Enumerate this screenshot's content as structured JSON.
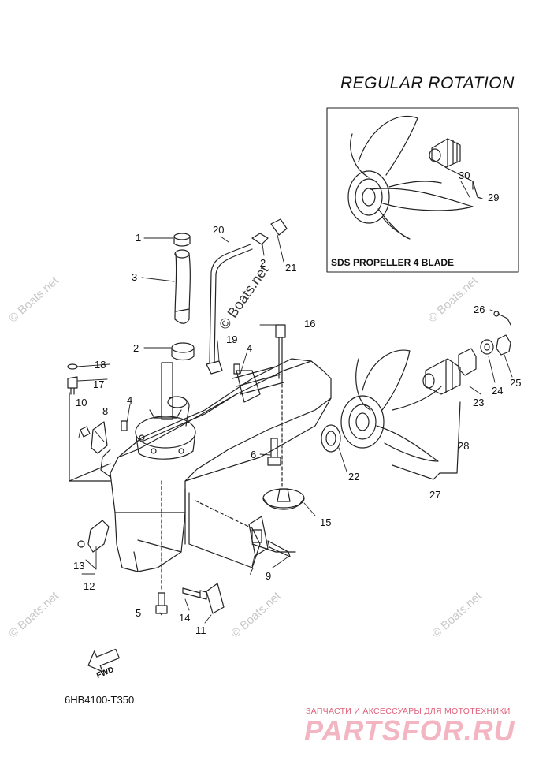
{
  "title": "REGULAR ROTATION",
  "inset_title": "SDS PROPELLER 4 BLADE",
  "diagram_code": "6HB4100-T350",
  "fwd_label": "FWD",
  "watermark": "© Boats.net",
  "promo": {
    "subtitle": "ЗАПЧАСТИ И АКСЕССУАРЫ ДЛЯ МОТОТЕХНИКИ",
    "brand": "PARTSFOR.RU"
  },
  "callouts": [
    "1",
    "2",
    "3",
    "4",
    "4",
    "5",
    "6",
    "7",
    "8",
    "9",
    "10",
    "11",
    "12",
    "13",
    "14",
    "15",
    "16",
    "17",
    "18",
    "19",
    "20",
    "21",
    "2",
    "22",
    "23",
    "24",
    "25",
    "26",
    "27",
    "28",
    "29",
    "30"
  ]
}
